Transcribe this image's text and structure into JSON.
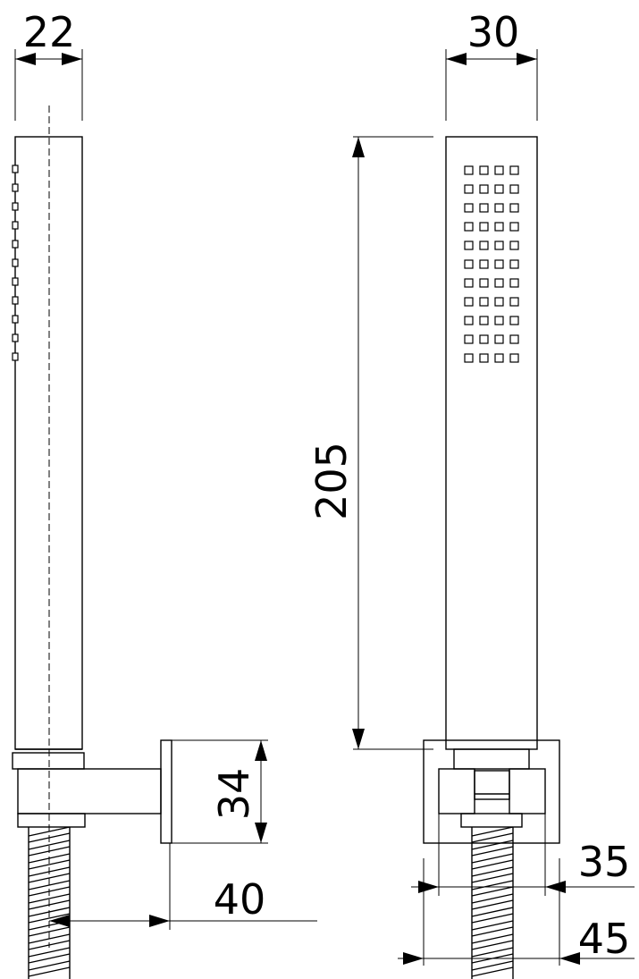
{
  "dimensions": {
    "side_width": "22",
    "front_width": "30",
    "height": "205",
    "holder_height": "34",
    "holder_depth": "40",
    "inner_width": "35",
    "outer_width": "45"
  }
}
